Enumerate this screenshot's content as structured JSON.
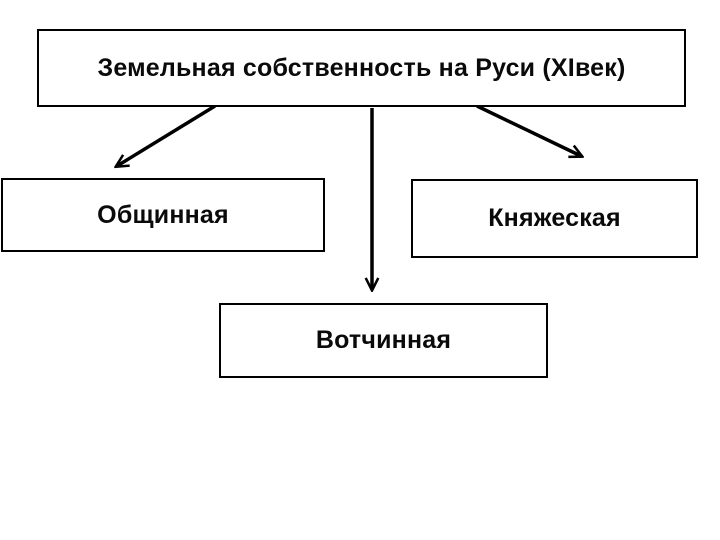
{
  "diagram": {
    "title_node": {
      "id": "root",
      "label": "Земельная собственность на Руси (XIвек)"
    },
    "children": [
      {
        "id": "obshchinnaya",
        "label": "Общинная"
      },
      {
        "id": "knyazheskaya",
        "label": "Княжеская"
      },
      {
        "id": "votchinnaya",
        "label": "Вотчинная"
      }
    ],
    "edges": [
      {
        "from": "root",
        "to": "obshchinnaya",
        "style": "open-arrow"
      },
      {
        "from": "root",
        "to": "knyazheskaya",
        "style": "open-arrow"
      },
      {
        "from": "root",
        "to": "votchinnaya",
        "style": "open-arrow"
      }
    ],
    "colors": {
      "background": "#ffffff",
      "node_fill": "#ffffff",
      "border": "#000000",
      "text": "#0a0a0a",
      "arrow": "#000000"
    }
  }
}
